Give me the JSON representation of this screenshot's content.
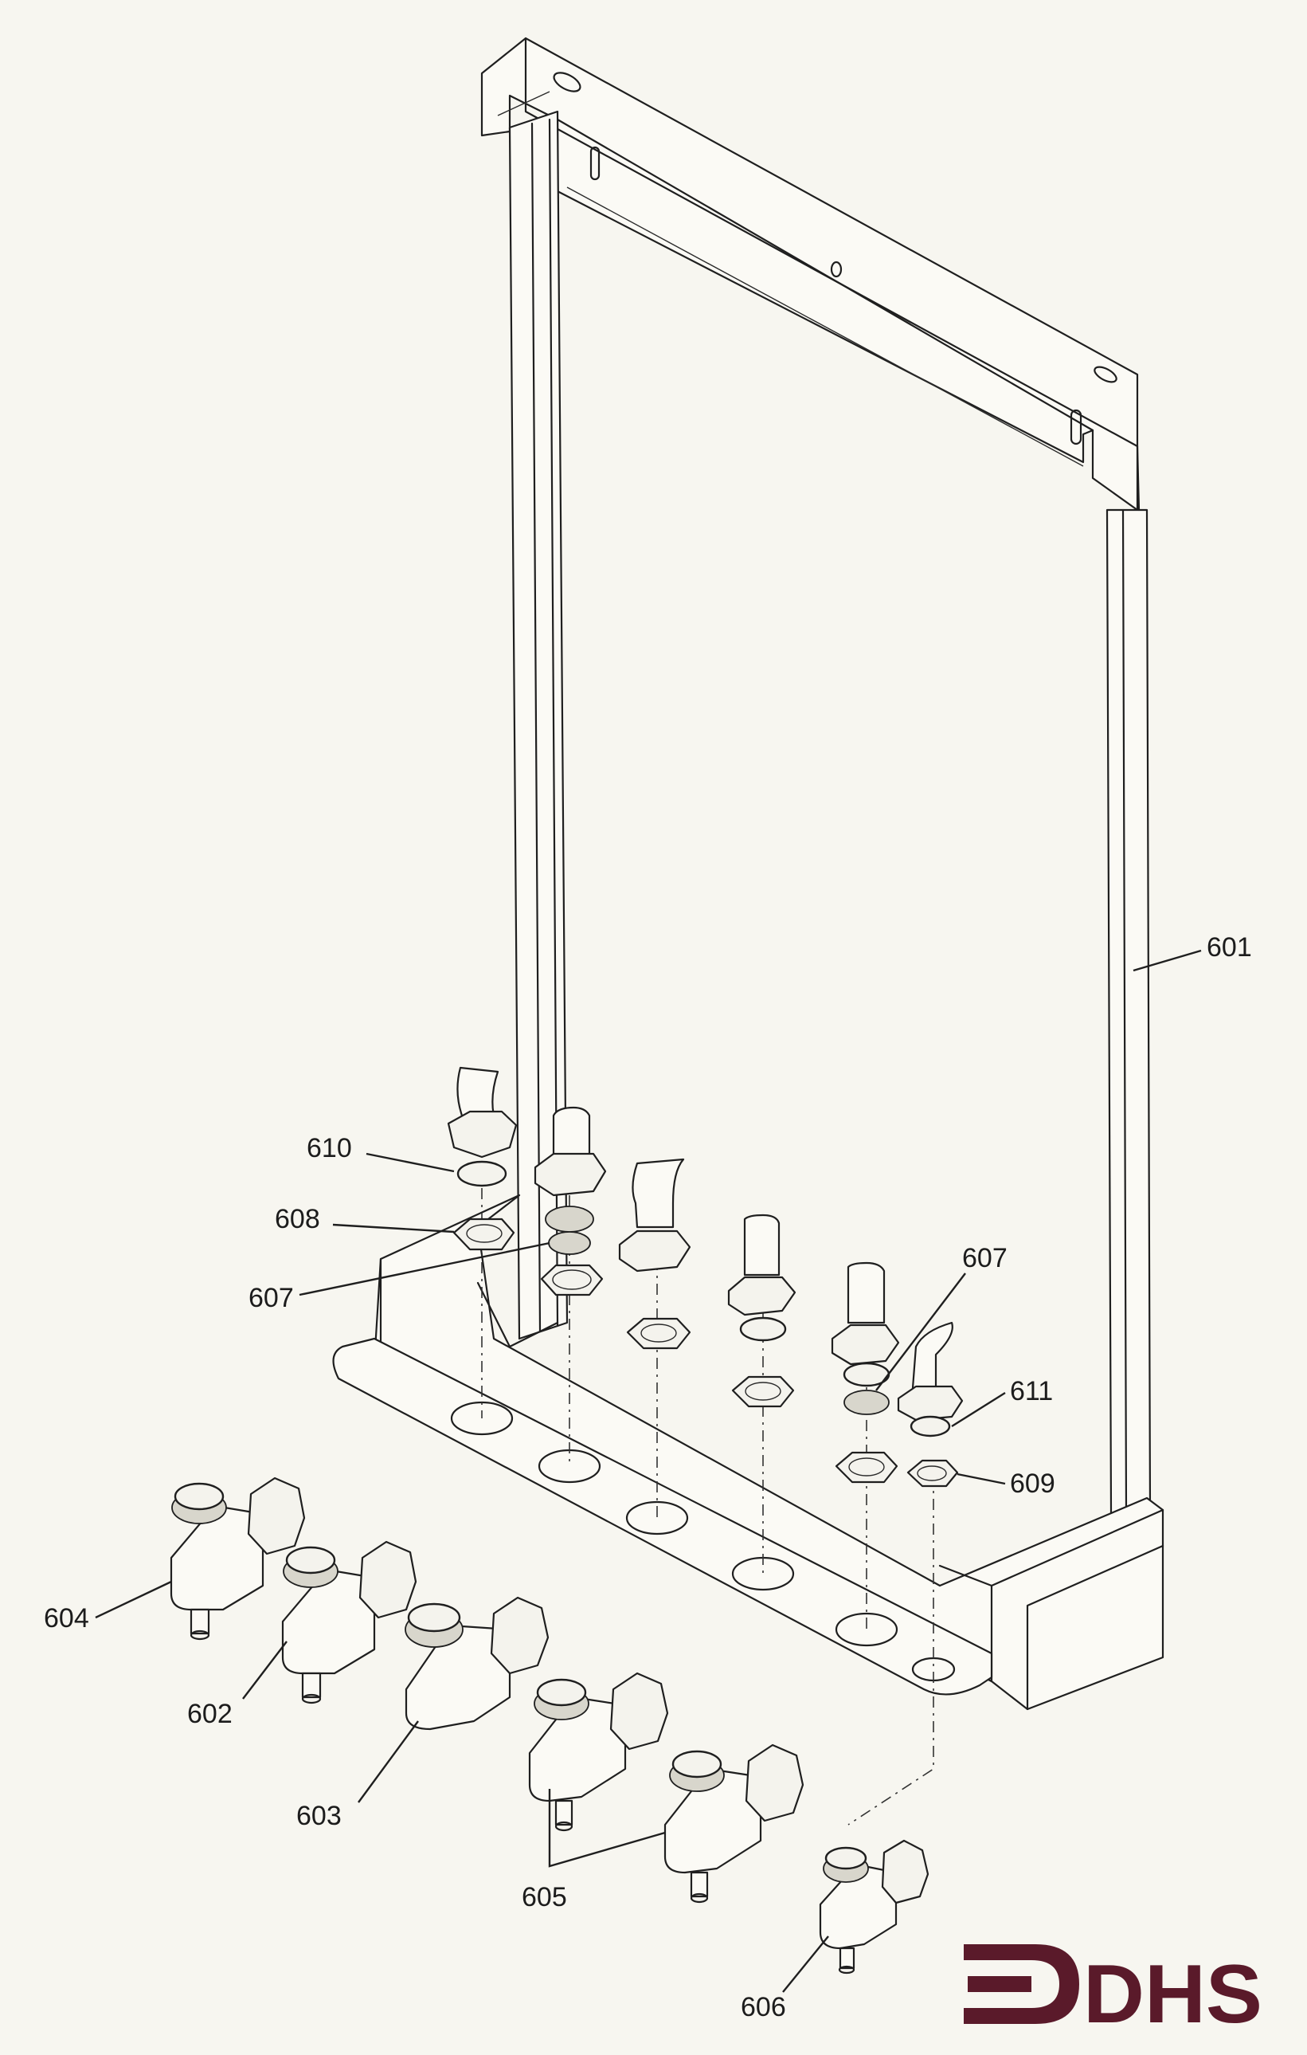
{
  "parts": [
    {
      "id": "601",
      "label": "601"
    },
    {
      "id": "602",
      "label": "602"
    },
    {
      "id": "603",
      "label": "603"
    },
    {
      "id": "604",
      "label": "604"
    },
    {
      "id": "605",
      "label": "605"
    },
    {
      "id": "606",
      "label": "606"
    },
    {
      "id": "607a",
      "label": "607"
    },
    {
      "id": "607b",
      "label": "607"
    },
    {
      "id": "608",
      "label": "608"
    },
    {
      "id": "609",
      "label": "609"
    },
    {
      "id": "610",
      "label": "610"
    },
    {
      "id": "611",
      "label": "611"
    }
  ],
  "brand": {
    "logo_text": "DHS",
    "color": "#5a1a2a"
  },
  "colors": {
    "paper": "#f7f6f0",
    "ink": "#1f1f1f"
  }
}
